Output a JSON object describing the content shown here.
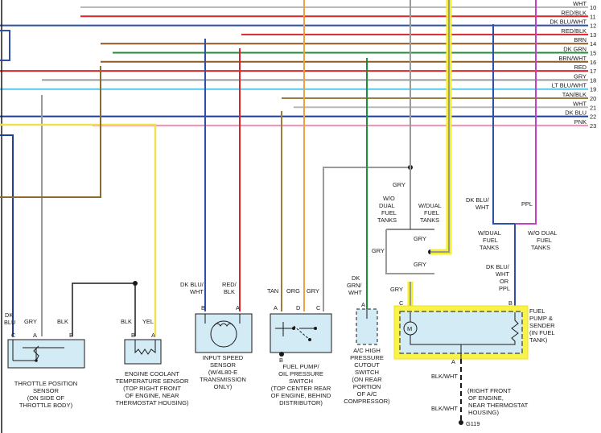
{
  "bus": [
    {
      "num": "10",
      "color": "#b8b8b8",
      "label": "WHT"
    },
    {
      "num": "11",
      "color": "#d8262c",
      "label": "RED/BLK"
    },
    {
      "num": "12",
      "color": "#2f4fa8",
      "label": "DK BLU/WHT"
    },
    {
      "num": "13",
      "color": "#d8262c",
      "label": "RED/BLK"
    },
    {
      "num": "14",
      "color": "#8b5a2b",
      "label": "BRN"
    },
    {
      "num": "15",
      "color": "#1f8c3a",
      "label": "DK GRN"
    },
    {
      "num": "16",
      "color": "#8b5a2b",
      "label": "BRN/WHT"
    },
    {
      "num": "17",
      "color": "#d8262c",
      "label": "RED"
    },
    {
      "num": "18",
      "color": "#9a9a9a",
      "label": "GRY"
    },
    {
      "num": "19",
      "color": "#55c8e8",
      "label": "LT BLU/WHT"
    },
    {
      "num": "20",
      "color": "#9a7d45",
      "label": "TAN/BLK"
    },
    {
      "num": "21",
      "color": "#b8b8b8",
      "label": "WHT"
    },
    {
      "num": "22",
      "color": "#1f3f95",
      "label": "DK BLU"
    },
    {
      "num": "23",
      "color": "#f08fb0",
      "label": "PNK"
    }
  ],
  "wires": {
    "tps_dkblu": "DK BLU",
    "tps_gry": "GRY",
    "tps_blk": "BLK",
    "ect_blk": "BLK",
    "ect_yel": "YEL",
    "iss_dkbluwht": "DK BLU/ WHT",
    "iss_redblk": "RED/ BLK",
    "fps_tan": "TAN",
    "fps_org": "ORG",
    "fps_gry": "GRY",
    "ac_dkgrnwht": "DK GRN/ WHT",
    "gry_top": "GRY",
    "wdual": "W/DUAL FUEL TANKS",
    "wodual": "W/O DUAL FUEL TANKS",
    "gry_sel1": "GRY",
    "gry_sel2": "GRY",
    "gry_left": "GRY",
    "gry_pump": "GRY",
    "dkbluwht_top": "DK BLU/ WHT",
    "ppl_top": "PPL",
    "wdual_r": "W/DUAL FUEL TANKS",
    "wodual_r": "W/O DUAL FUEL TANKS",
    "dkbluwht_or_ppl": "DK BLU/ WHT OR PPL",
    "blkwht1": "BLK/WHT",
    "blkwht2": "BLK/WHT"
  },
  "pins": {
    "tps_c": "C",
    "tps_a": "A",
    "tps_b": "B",
    "ect_b": "B",
    "ect_a": "A",
    "iss_b": "B",
    "iss_a": "A",
    "fps_a": "A",
    "fps_d": "D",
    "fps_c": "C",
    "fps_b": "B",
    "ac_a": "A",
    "pump_c": "C",
    "pump_b": "B",
    "pump_a": "A"
  },
  "components": {
    "tps": "THROTTLE POSITION SENSOR (ON SIDE OF THROTTLE BODY)",
    "ect": "ENGINE COOLANT TEMPERATURE SENSOR (TOP RIGHT FRONT OF ENGINE, NEAR THERMOSTAT HOUSING)",
    "iss": "INPUT SPEED SENSOR (W/4L80-E TRANSMISSION ONLY)",
    "fps": "FUEL PUMP/ OIL PRESSURE SWITCH (TOP CENTER REAR OF ENGINE, BEHIND DISTRIBUTOR)",
    "ac": "A/C HIGH PRESSURE CUTOUT SWITCH (ON REAR PORTION OF A/C COMPRESSOR)",
    "pump": "FUEL PUMP & SENDER (IN FUEL TANK)",
    "ground_loc": "(RIGHT FRONT OF ENGINE, NEAR THERMOSTAT HOUSING)",
    "ground": "G119",
    "motor": "M"
  }
}
